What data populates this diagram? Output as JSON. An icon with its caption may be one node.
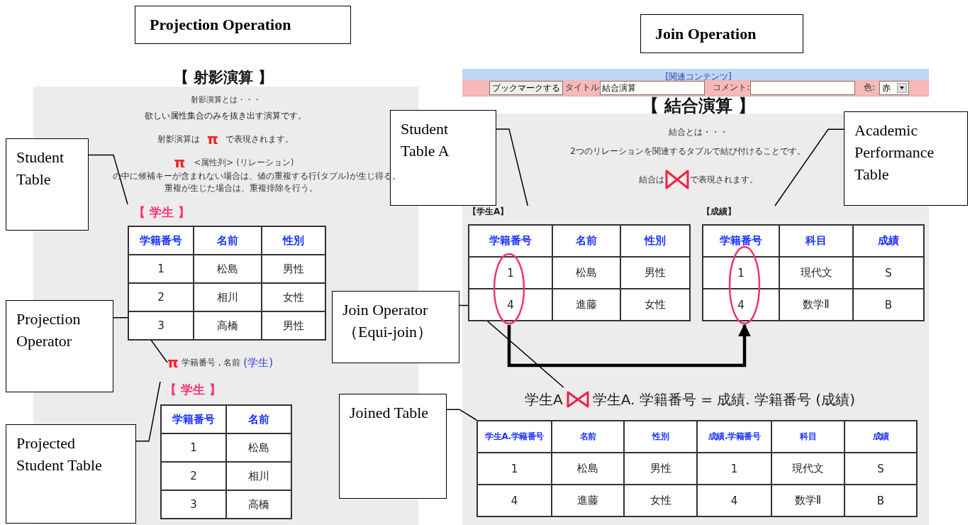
{
  "diagram": {
    "nodes": [
      {
        "text": [
          "Projection Operation"
        ]
      },
      {
        "text": [
          "Join Operation"
        ]
      },
      {
        "text": [
          "Student Table"
        ]
      },
      {
        "text": [
          "【 学生 】"
        ]
      },
      {
        "text": [
          "Projection Operator"
        ]
      },
      {
        "text": [
          "π",
          "学籍番号 , 名前",
          "(学生)"
        ]
      },
      {
        "text": [
          "Projected Student Table"
        ]
      },
      {
        "text": [
          "【 学生 】"
        ]
      },
      {
        "text": [
          "Student Table A"
        ]
      },
      {
        "text": [
          "【学生A】"
        ]
      },
      {
        "text": [
          "Academic Performance Table"
        ]
      },
      {
        "text": [
          "【成績】"
        ]
      },
      {
        "text": [
          "Join Operator （Equi-join）"
        ]
      },
      {
        "text": [
          "学生A",
          "学生A. 学籍番号 = 成績. 学籍番号 (成績)"
        ]
      },
      {
        "text": [
          "Joined Table"
        ]
      },
      {
        "text": [],
        "shape": "table"
      },
      {
        "text": [],
        "shape": "ellipse",
        "in": 9
      },
      {
        "text": [],
        "shape": "ellipse",
        "in": 11
      }
    ],
    "edges": [
      {
        "from": 2,
        "to": 3,
        "arrow": "none"
      },
      {
        "from": 4,
        "to": 5,
        "arrow": "none"
      },
      {
        "from": 6,
        "to": 7,
        "arrow": "none"
      },
      {
        "from": 8,
        "to": 9,
        "arrow": "none"
      },
      {
        "from": 10,
        "to": 11,
        "arrow": "none"
      },
      {
        "from": 12,
        "to": 13,
        "arrow": "none"
      },
      {
        "from": 14,
        "to": 15,
        "arrow": "none"
      },
      {
        "from": 16,
        "to": 17,
        "arrow": "to",
        "style": "thick"
      }
    ],
    "labels": [
      "【 射影演算 】",
      "射影演算とは・・・",
      "欲しい属性集合のみを抜き出す演算です。",
      "射影演算は",
      "π",
      "で表現されます。",
      "π",
      "<属性列> (リレーション)",
      "の中に候補キーが含まれない場合は、値の重複する行(タプル)が生じ得る。",
      "重複が生じた場合は、重複排除を行う。",
      "学籍番号",
      "名前",
      "性別",
      "1",
      "松島",
      "男性",
      "2",
      "相川",
      "女性",
      "3",
      "高橋",
      "男性",
      "学籍番号",
      "名前",
      "1",
      "松島",
      "2",
      "相川",
      "3",
      "高橋",
      "[関連コンテンツ]",
      "ブックマークする",
      "タイトル",
      "結合演算",
      "コメント:",
      "色:",
      "赤",
      "【 結合演算 】",
      "結合とは・・・",
      "2つのリレーションを関連するタプルで結び付けることです。",
      "結合は",
      "で表現されます。",
      "学籍番号",
      "名前",
      "性別",
      "1",
      "松島",
      "男性",
      "4",
      "進藤",
      "女性",
      "学籍番号",
      "科目",
      "成績",
      "1",
      "現代文",
      "S",
      "4",
      "数学Ⅱ",
      "B",
      "学生A.学籍番号",
      "名前",
      "性別",
      "成績.学籍番号",
      "科目",
      "成績",
      "1",
      "松島",
      "男性",
      "1",
      "現代文",
      "S",
      "4",
      "進藤",
      "女性",
      "4",
      "数学Ⅱ",
      "B"
    ]
  }
}
